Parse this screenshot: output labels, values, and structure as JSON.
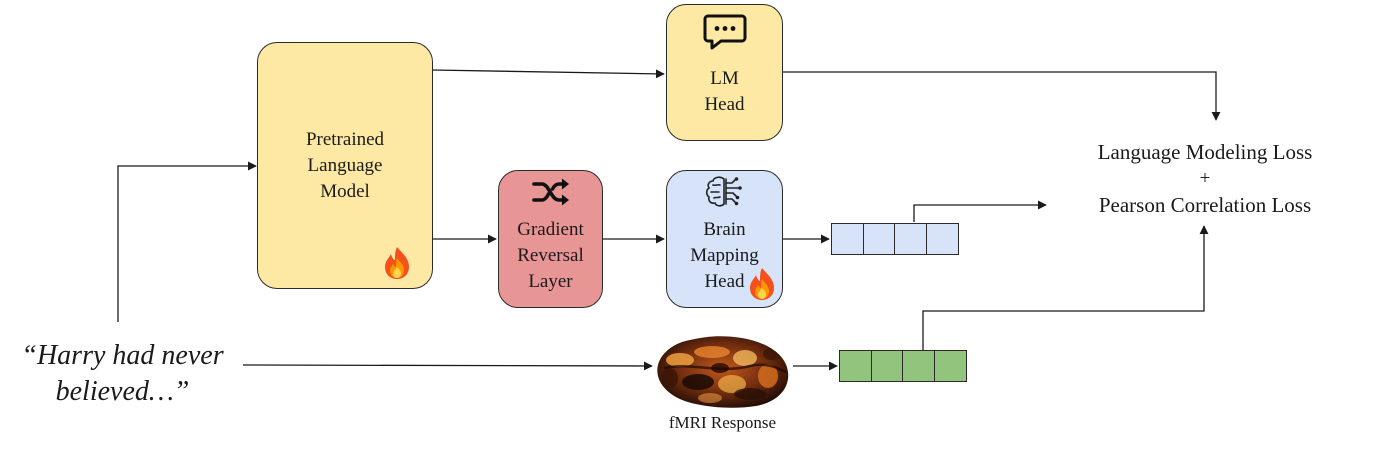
{
  "nodes": {
    "pretrained_lm": {
      "lines": [
        "Pretrained",
        "Language",
        "Model"
      ]
    },
    "lm_head": {
      "lines": [
        "LM",
        "Head"
      ]
    },
    "gradient_reversal": {
      "lines": [
        "Gradient",
        "Reversal",
        "Layer"
      ]
    },
    "brain_mapping_head": {
      "lines": [
        "Brain",
        "Mapping",
        "Head"
      ]
    }
  },
  "loss": {
    "line1": "Language Modeling Loss",
    "plus": "+",
    "line2": "Pearson Correlation Loss"
  },
  "input_text": {
    "line1": "“Harry had never",
    "line2": "believed…”"
  },
  "fmri": {
    "label": "fMRI Response"
  },
  "icons": {
    "chat": "chat-bubble-icon",
    "shuffle": "shuffle-icon",
    "brain_circuit": "brain-circuit-icon",
    "flame": "flame-icon",
    "brain_scan": "brain-scan-image"
  },
  "vectors": {
    "predicted_cells": 4,
    "actual_cells": 4
  },
  "colors": {
    "yellow": "#fde9a3",
    "red": "#e89596",
    "blue": "#d6e3f8",
    "green": "#93c47d"
  }
}
